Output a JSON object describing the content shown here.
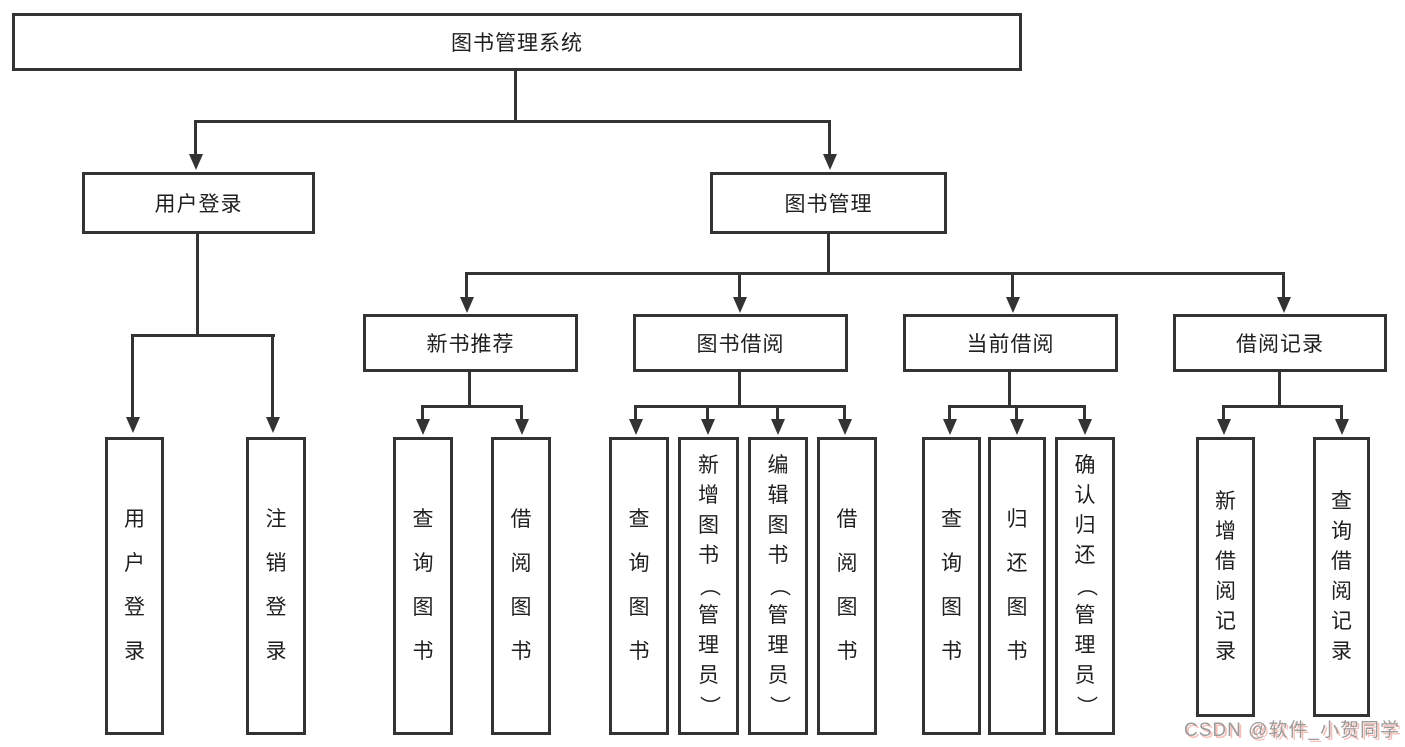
{
  "colors": {
    "line": "#333333",
    "box_border": "#333333",
    "box_background": "#ffffff",
    "text": "#1f1f1f",
    "watermark_text": "#9c9c9c",
    "watermark_accent": "#eb5e4d"
  },
  "diagram": {
    "root": "图书管理系统",
    "level2": {
      "user_login": "用户登录",
      "book_management": "图书管理"
    },
    "level3": {
      "new_book_recommend": "新书推荐",
      "book_borrow": "图书借阅",
      "current_borrow": "当前借阅",
      "borrow_records": "借阅记录"
    },
    "leaves": {
      "user_login": [
        "用户登录",
        "注销登录"
      ],
      "new_book_recommend": [
        "查询图书",
        "借阅图书"
      ],
      "book_borrow": [
        "查询图书",
        "新增图书（管理员）",
        "编辑图书（管理员）",
        "借阅图书"
      ],
      "current_borrow": [
        "查询图书",
        "归还图书",
        "确认归还（管理员）"
      ],
      "borrow_records": [
        "新增借阅记录",
        "查询借阅记录"
      ]
    }
  },
  "watermark": "CSDN @软件_小贺同学"
}
